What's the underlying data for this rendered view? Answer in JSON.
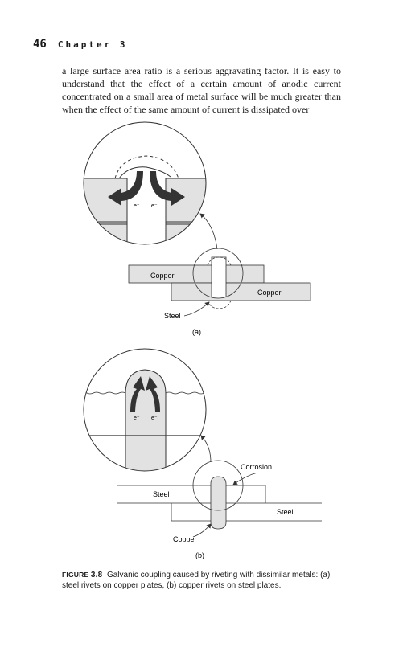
{
  "header": {
    "page_number": "46",
    "chapter": "Chapter 3"
  },
  "body": {
    "paragraph": "a large surface area ratio is a serious aggravating factor. It is easy to understand that the effect of a certain amount of anodic current concentrated on a small area of metal surface will be much greater than when the effect of the same amount of current is dissipated over"
  },
  "figure": {
    "panel_a": {
      "electron_left": "e⁻",
      "electron_right": "e⁻",
      "top_plate": "Copper",
      "bottom_plate": "Copper",
      "rivet": "Steel",
      "label": "(a)"
    },
    "panel_b": {
      "electron_left": "e⁻",
      "electron_right": "e⁻",
      "top_plate": "Steel",
      "bottom_plate": "Steel",
      "corrosion": "Corrosion",
      "rivet": "Copper",
      "label": "(b)"
    },
    "colors": {
      "plate_fill": "#e2e2e2",
      "rivet_fill": "#e2e2e2",
      "arrow_fill": "#333333",
      "line": "#333333"
    }
  },
  "caption": {
    "label_word": "Figure",
    "label_number": "3.8",
    "text": "Galvanic coupling caused by riveting with dissimilar metals: (a) steel rivets on copper plates, (b) copper rivets on steel plates."
  }
}
